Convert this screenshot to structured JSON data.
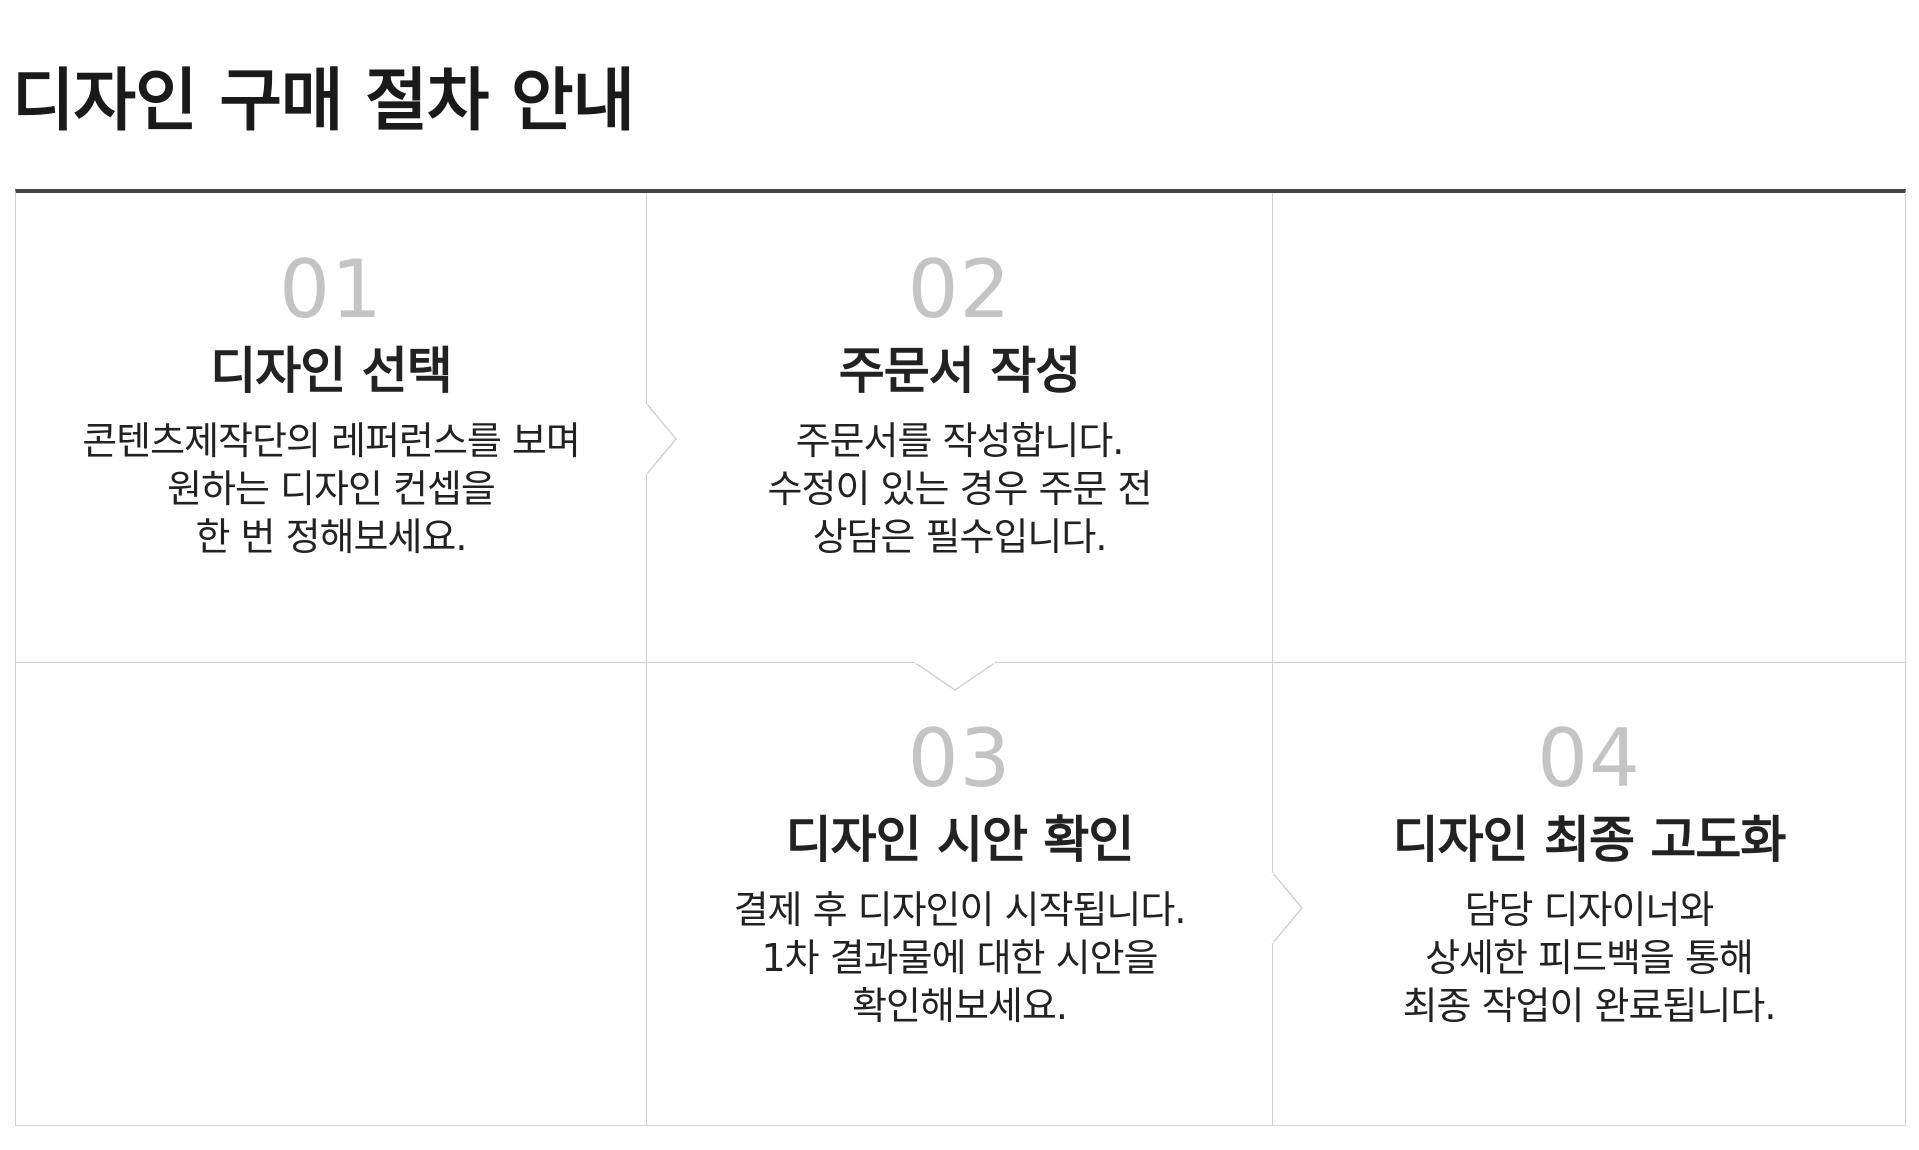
{
  "title": "디자인 구매 절차 안내",
  "steps": [
    {
      "number": "01",
      "title": "디자인 선택",
      "lines": [
        "콘텐츠제작단의 레퍼런스를 보며",
        "원하는 디자인 컨셉을",
        "한 번 정해보세요."
      ]
    },
    {
      "number": "02",
      "title": "주문서 작성",
      "lines": [
        "주문서를 작성합니다.",
        "수정이 있는 경우 주문 전",
        "상담은 필수입니다."
      ]
    },
    {
      "number": "03",
      "title": "디자인 시안 확인",
      "lines": [
        "결제 후 디자인이 시작됩니다.",
        "1차 결과물에 대한 시안을",
        "확인해보세요."
      ]
    },
    {
      "number": "04",
      "title": "디자인 최종 고도화",
      "lines": [
        "담당 디자이너와",
        "상세한 피드백을 통해",
        "최종 작업이 완료됩니다."
      ]
    }
  ],
  "colors": {
    "title_text": "#1a1a1a",
    "step_number": "#c4c4c4",
    "body_text": "#222222",
    "top_rule": "#444444",
    "grid_line": "#d2d2d2"
  },
  "icons": [
    "chevron-right-icon",
    "chevron-down-icon"
  ]
}
